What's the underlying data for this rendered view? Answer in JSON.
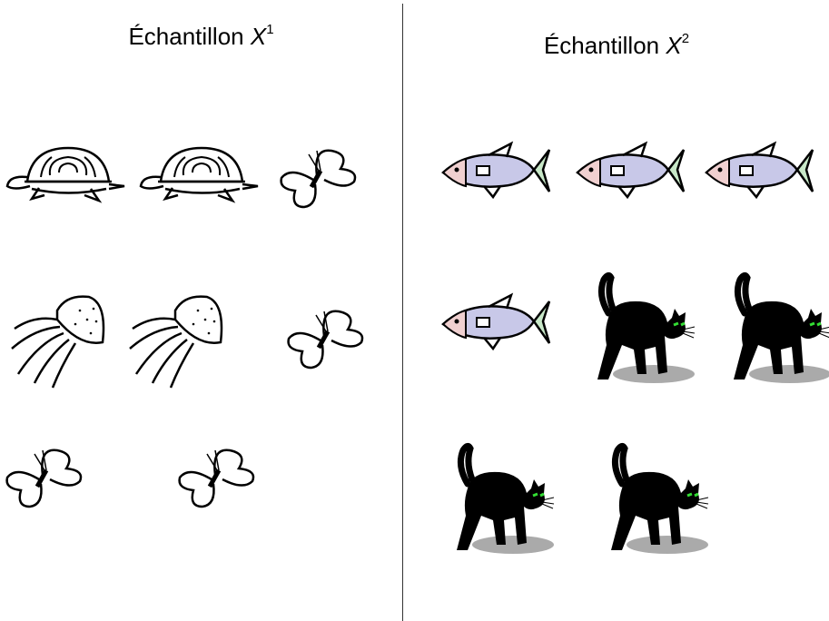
{
  "samples": [
    {
      "title_text": "Échantillon ",
      "title_var": "X",
      "title_sup": "1",
      "animals": [
        "turtle-icon",
        "turtle-icon",
        "butterfly-icon",
        "jellyfish-icon",
        "jellyfish-icon",
        "butterfly-icon",
        "butterfly-icon",
        "butterfly-icon"
      ]
    },
    {
      "title_text": "Échantillon ",
      "title_var": "X",
      "title_sup": "2",
      "animals": [
        "fish-icon",
        "fish-icon",
        "fish-icon",
        "fish-icon",
        "black-cat-icon",
        "black-cat-icon",
        "black-cat-icon",
        "black-cat-icon"
      ]
    }
  ],
  "colors": {
    "line": "#000000",
    "fish_body": "#c8c8e8",
    "fish_head": "#f0d0d0",
    "fish_tail": "#c8e8c8",
    "cat_eyes": "#33dd33",
    "cat_shadow": "#aaaaaa"
  }
}
